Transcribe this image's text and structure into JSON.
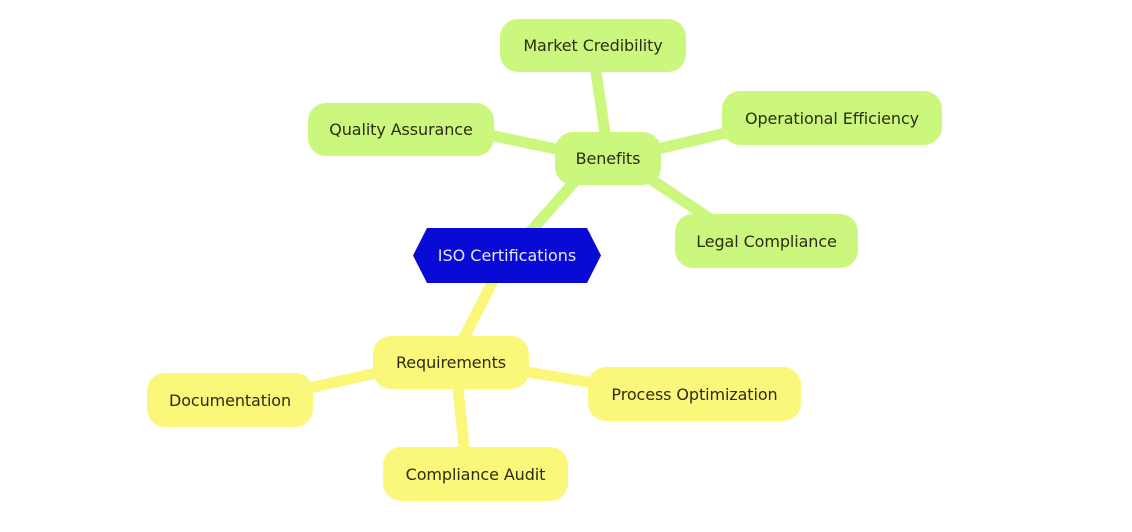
{
  "diagram": {
    "type": "mind-map",
    "root": {
      "label": "ISO Certifications",
      "color": "#0a0ad6",
      "text_color": "#e6e8ff"
    },
    "branches": [
      {
        "label": "Benefits",
        "color": "#ccf77f",
        "children": [
          {
            "label": "Market Credibility"
          },
          {
            "label": "Quality Assurance"
          },
          {
            "label": "Operational Efficiency"
          },
          {
            "label": "Legal Compliance"
          }
        ]
      },
      {
        "label": "Requirements",
        "color": "#fbf77a",
        "children": [
          {
            "label": "Documentation"
          },
          {
            "label": "Process Optimization"
          },
          {
            "label": "Compliance Audit"
          }
        ]
      }
    ]
  }
}
